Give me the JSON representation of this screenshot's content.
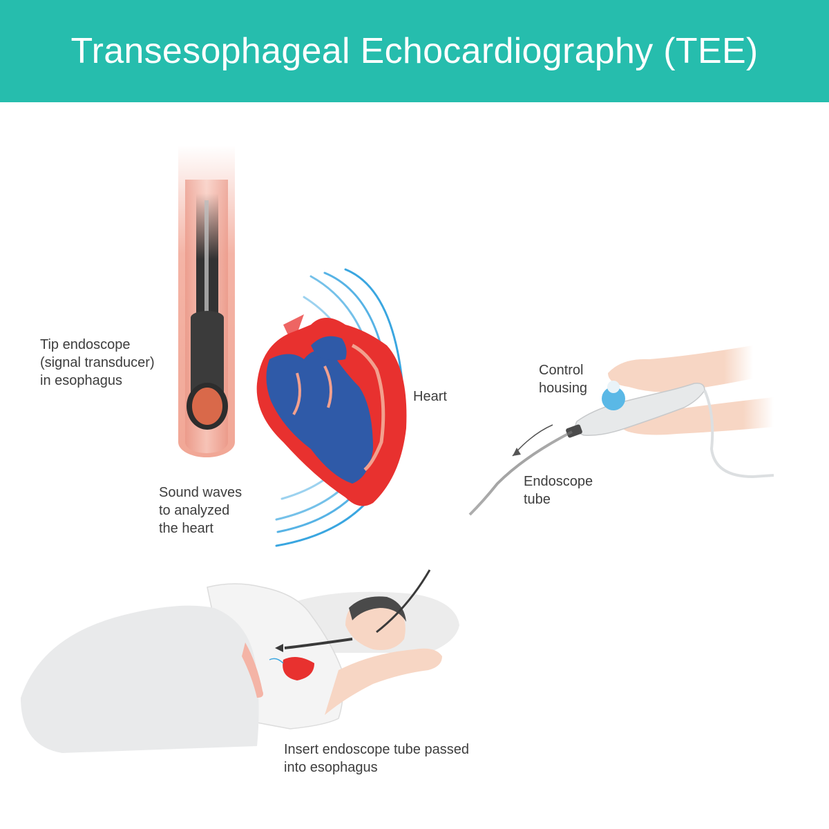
{
  "title": "Transesophageal Echocardiography (TEE)",
  "labels": {
    "tip_endoscope": "Tip endoscope\n(signal transducer)\nin esophagus",
    "heart": "Heart",
    "sound_waves": "Sound waves\nto analyzed\nthe heart",
    "control_housing": "Control\nhousing",
    "endoscope_tube": "Endoscope\ntube",
    "insert_tube": "Insert endoscope tube passed\ninto esophagus"
  },
  "colors": {
    "banner": "#26bdad",
    "esophagus": "#f4b4a6",
    "transducer_tip": "#d9694a",
    "heart_red": "#e8312f",
    "heart_blue": "#2f5aa8",
    "sound_wave": "#3aa6e0",
    "control_knob": "#5ab8e6",
    "skin": "#f7d6c4"
  }
}
